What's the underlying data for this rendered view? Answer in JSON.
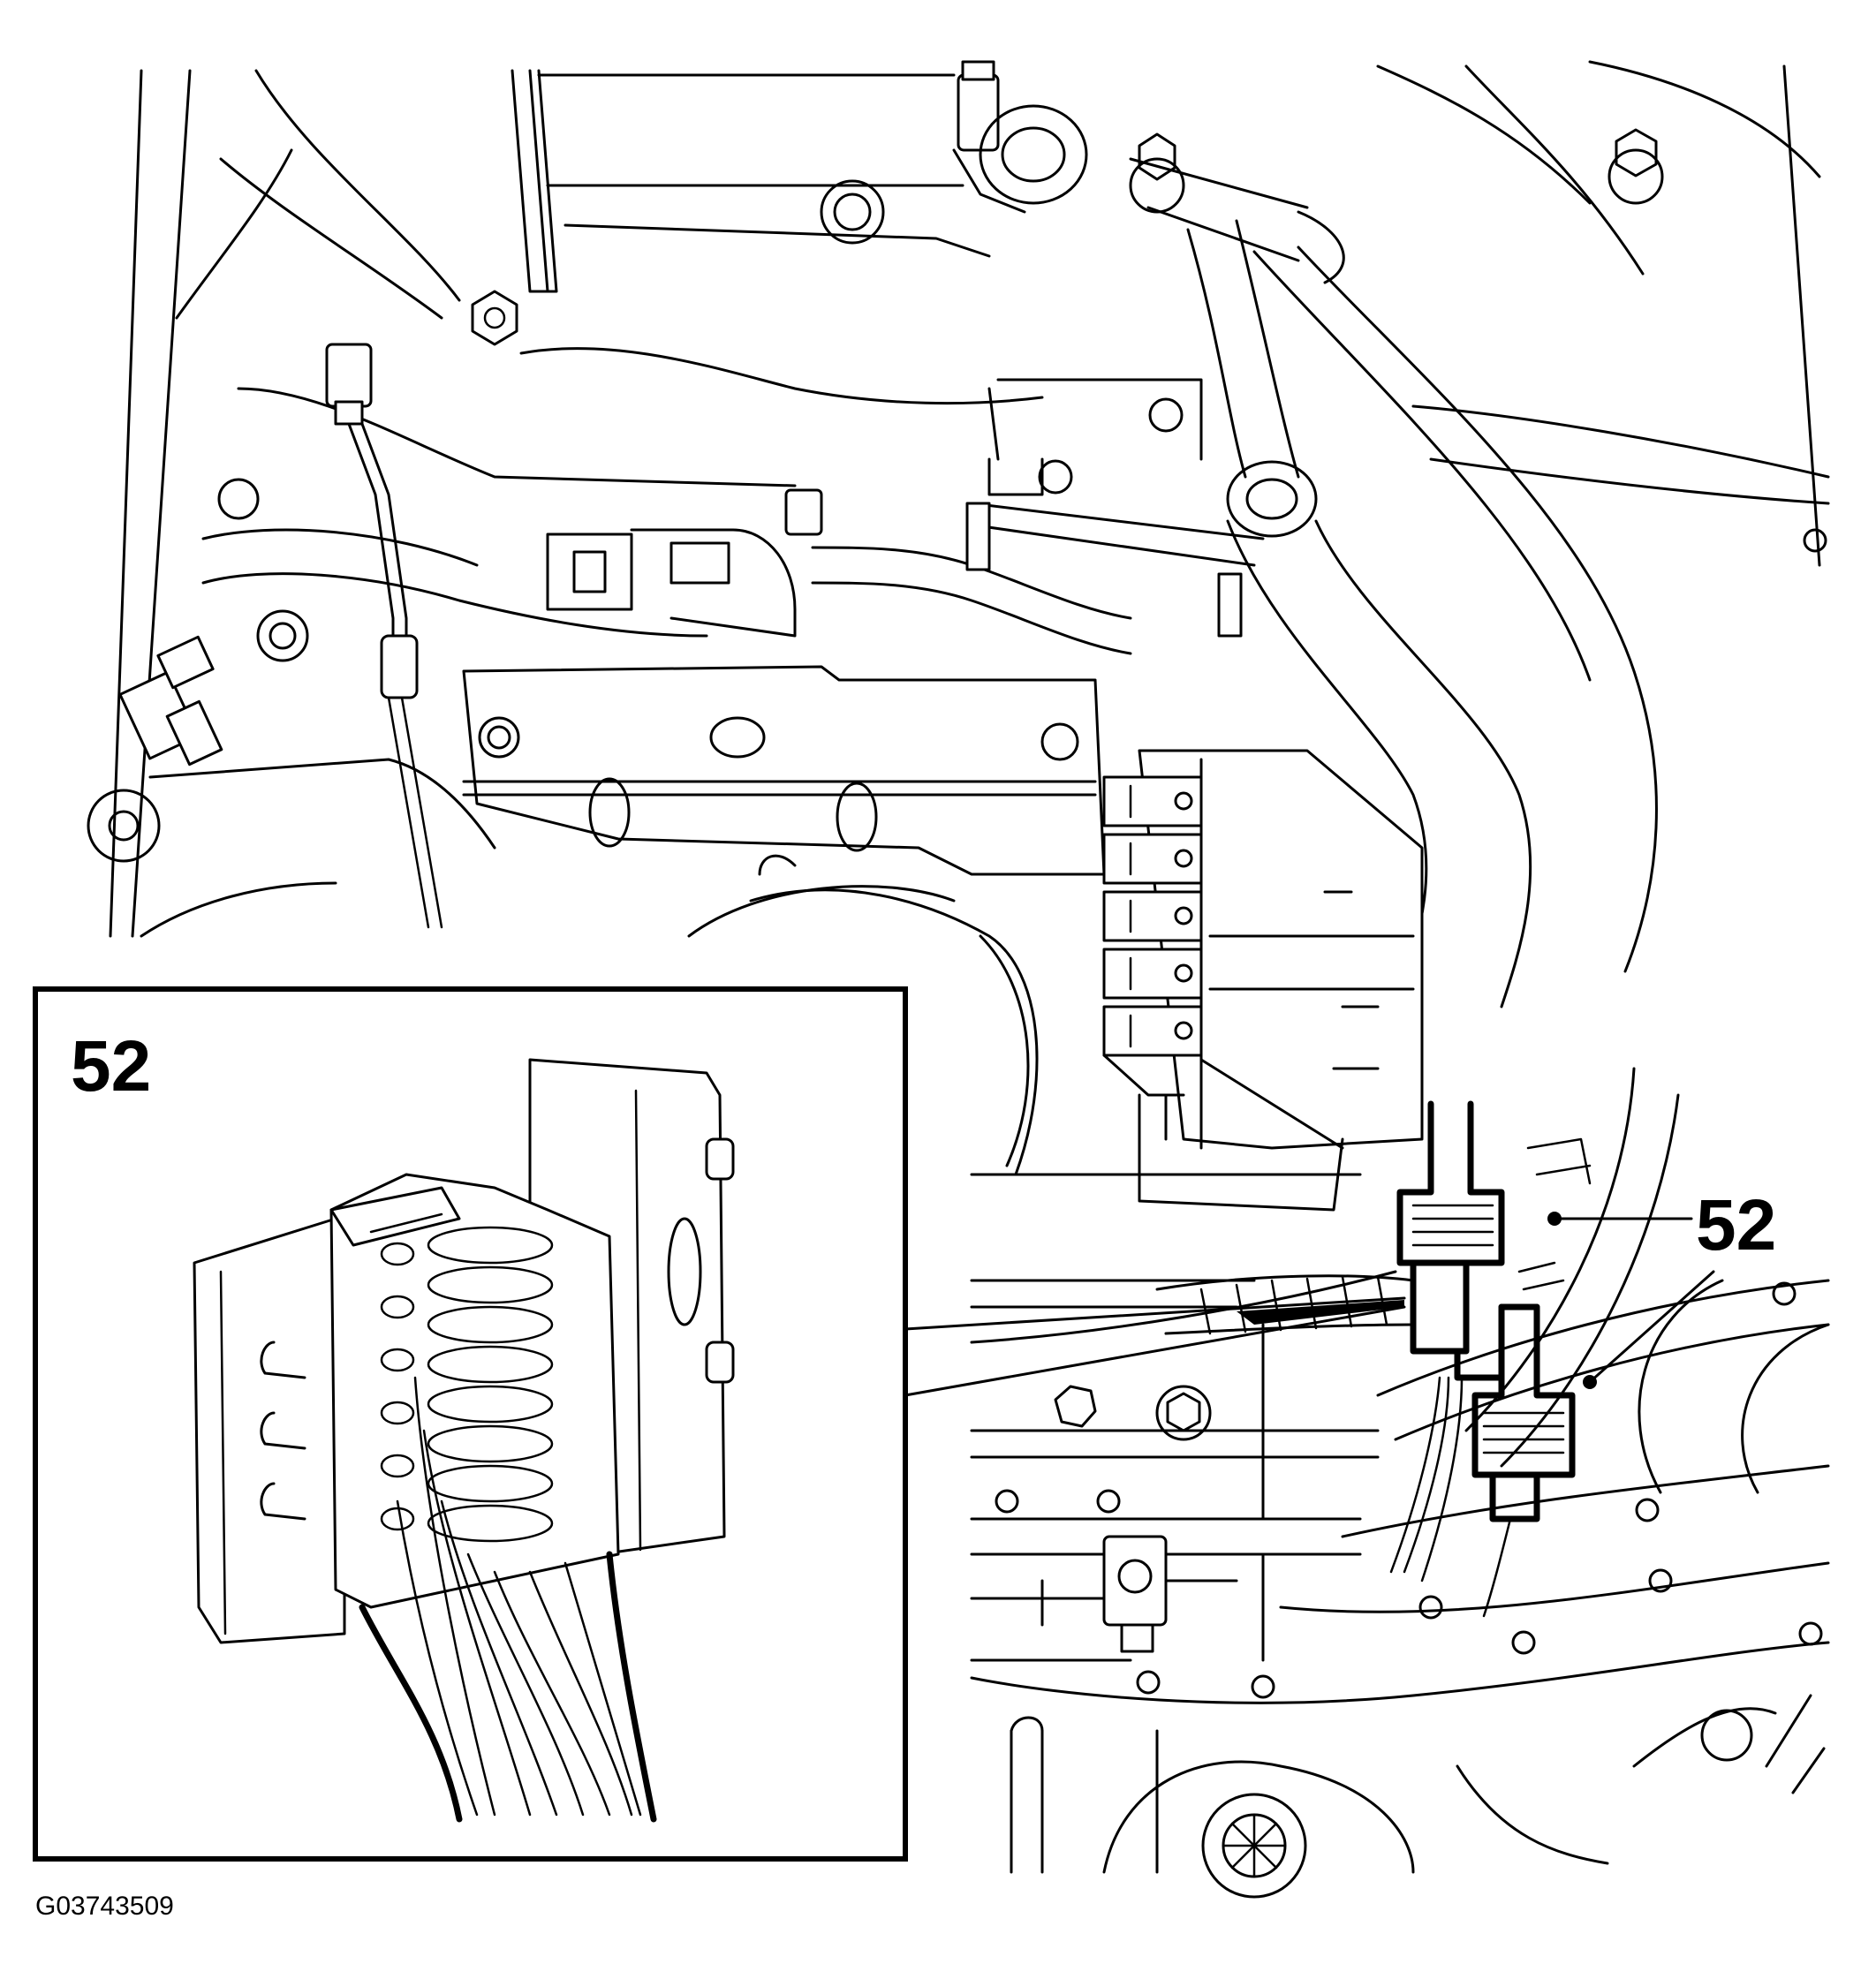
{
  "callout": {
    "label": "52"
  },
  "inset": {
    "label": "52"
  },
  "figure_code": "G03743509"
}
